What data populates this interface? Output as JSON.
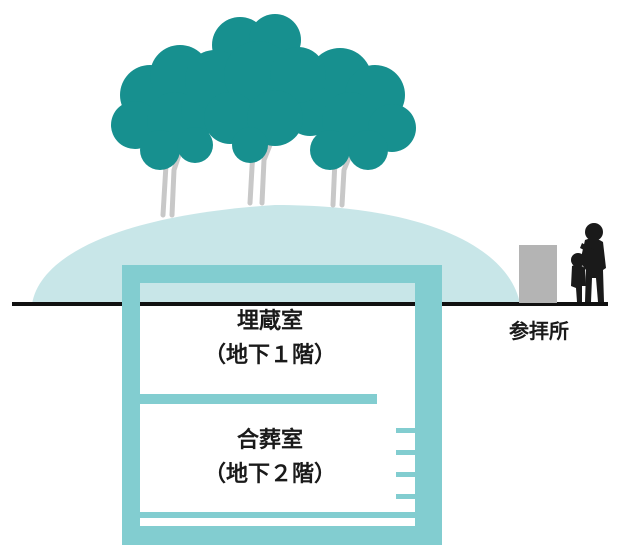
{
  "upper_chamber": {
    "name": "埋蔵室",
    "level": "（地下１階）"
  },
  "lower_chamber": {
    "name": "合葬室",
    "level": "（地下２階）"
  },
  "worship_place": {
    "name": "参拝所"
  },
  "colors": {
    "mound": "#c8e6e8",
    "chamber_wall": "#82cdd0",
    "tree_foliage": "#17908f",
    "tree_trunk": "#c8c8c8",
    "ground_line": "#111111",
    "stone": "#b4b4b4",
    "figures": "#1a1a1a"
  }
}
